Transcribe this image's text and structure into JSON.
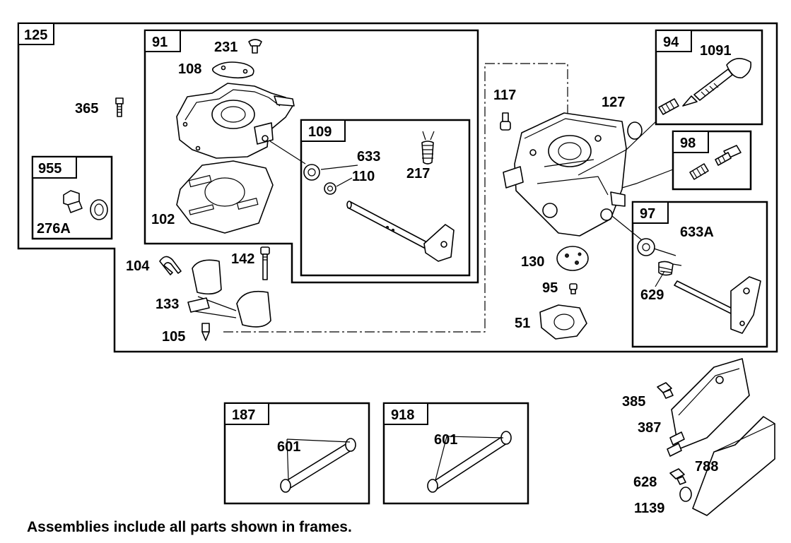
{
  "frames": {
    "f125": "125",
    "f91": "91",
    "f109": "109",
    "f955": "955",
    "f94": "94",
    "f98": "98",
    "f97": "97",
    "f187": "187",
    "f918": "918"
  },
  "parts": {
    "p231": "231",
    "p108": "108",
    "p365": "365",
    "p633": "633",
    "p110": "110",
    "p217": "217",
    "p276A": "276A",
    "p102": "102",
    "p104": "104",
    "p142": "142",
    "p133": "133",
    "p105": "105",
    "p117": "117",
    "p127": "127",
    "p1091": "1091",
    "p633A": "633A",
    "p629": "629",
    "p130": "130",
    "p95": "95",
    "p51": "51",
    "p601a": "601",
    "p601b": "601",
    "p385": "385",
    "p387": "387",
    "p788": "788",
    "p628": "628",
    "p1139": "1139"
  },
  "footer": "Assemblies include all parts shown in frames."
}
